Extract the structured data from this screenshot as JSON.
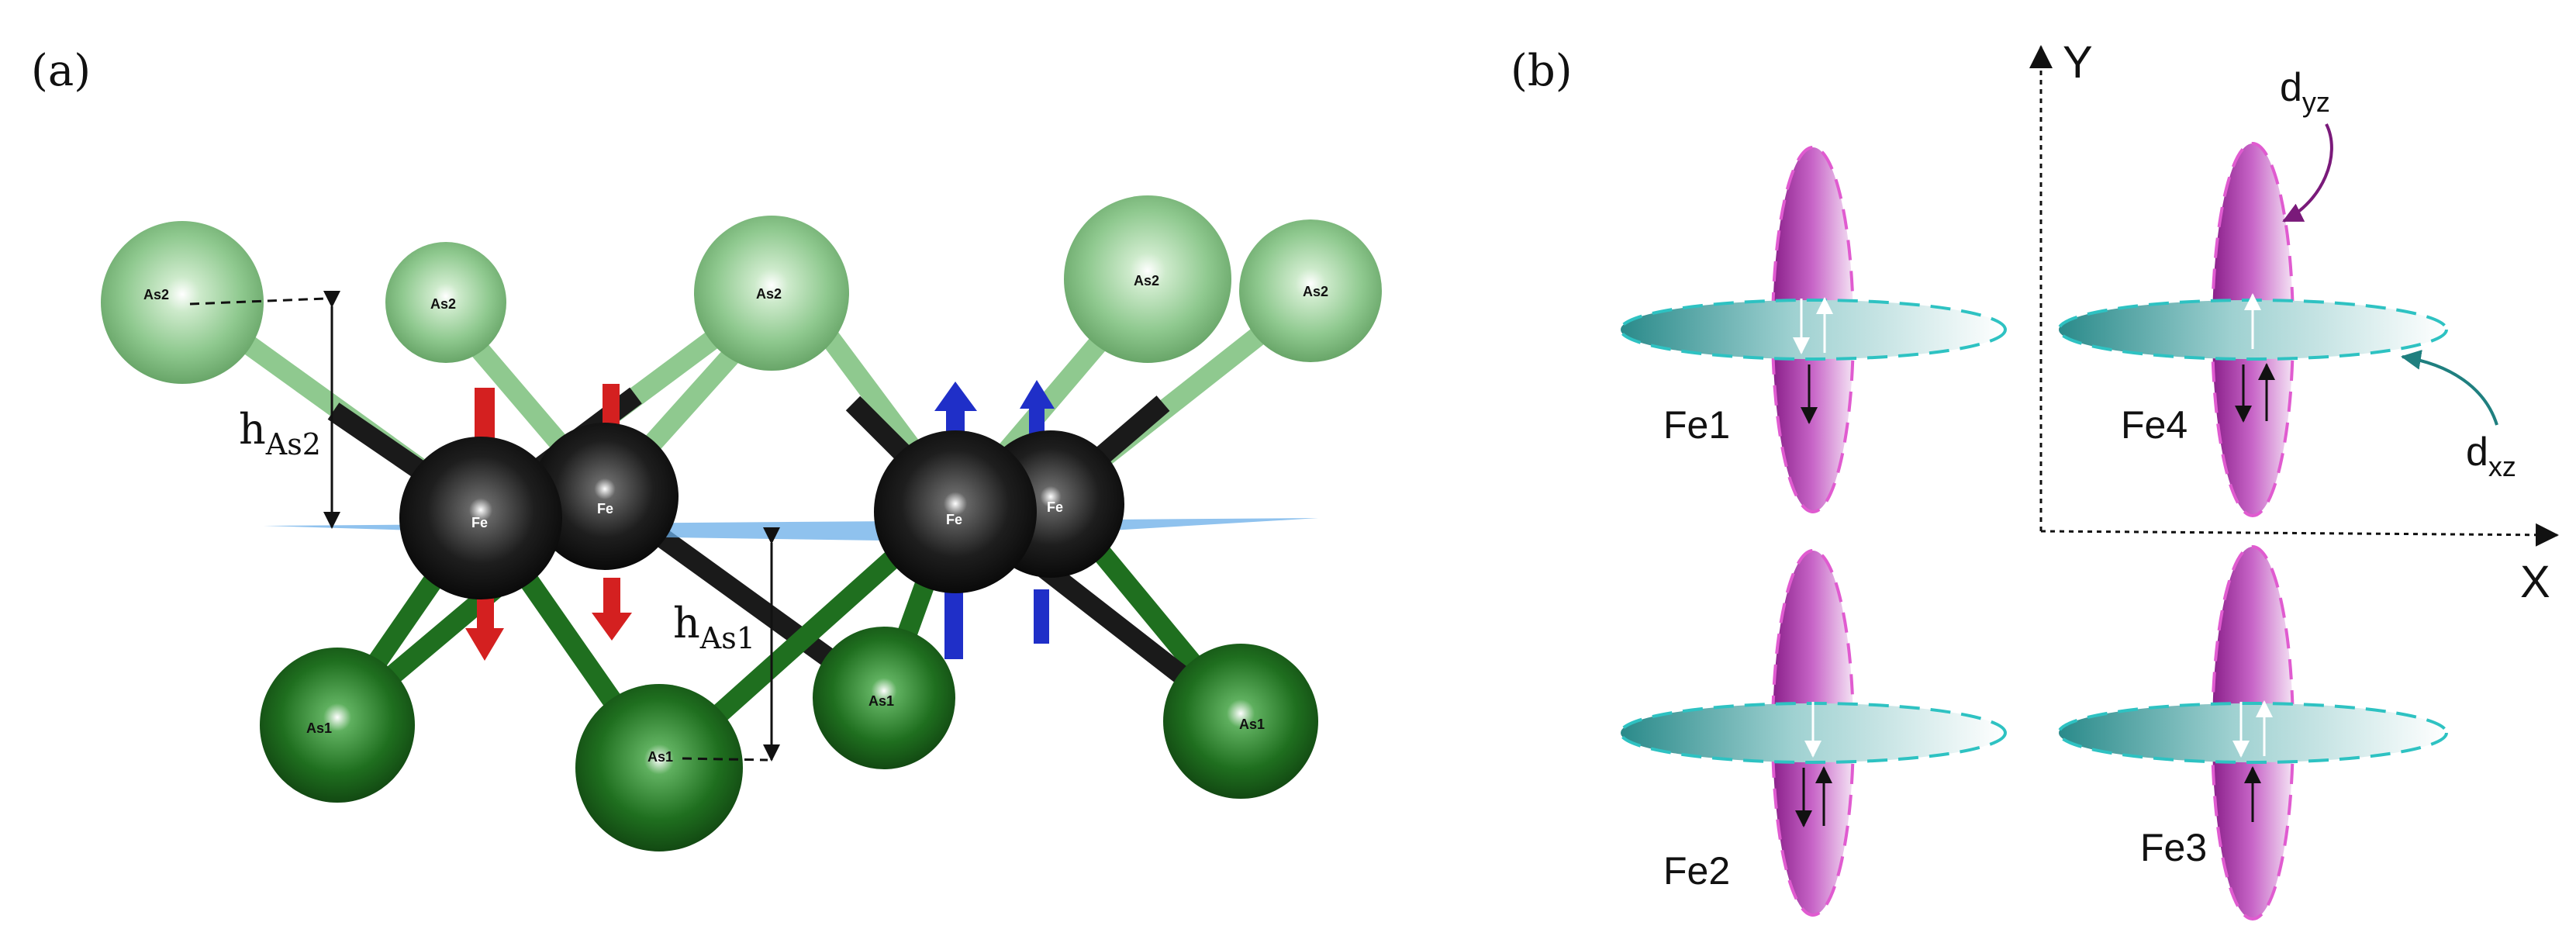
{
  "panel_a": {
    "label": "(a)",
    "as2_atoms": [
      "As2",
      "As2",
      "As2",
      "As2",
      "As2"
    ],
    "as1_atoms": [
      "As1",
      "As1",
      "As1",
      "As1"
    ],
    "fe_atoms": [
      "Fe",
      "Fe",
      "Fe",
      "Fe"
    ],
    "h_as2": {
      "main": "h",
      "sub": "As2"
    },
    "h_as1": {
      "main": "h",
      "sub": "As1"
    }
  },
  "panel_b": {
    "label": "(b)",
    "fe_names": [
      "Fe1",
      "Fe4",
      "Fe2",
      "Fe3"
    ],
    "dyz": {
      "main": "d",
      "sub": "yz"
    },
    "dxz": {
      "main": "d",
      "sub": "xz"
    },
    "x_axis": "X",
    "y_axis": "Y"
  },
  "colors": {
    "as2": "#8fc98f",
    "as1": "#1f6f1f",
    "fe": "#1a1a1a",
    "spin_up": "#1f2fc8",
    "spin_down": "#d42020",
    "plane": "#6aaee8",
    "dyz_fill": "#b43db4",
    "dxz_fill": "#3fa9a9"
  }
}
